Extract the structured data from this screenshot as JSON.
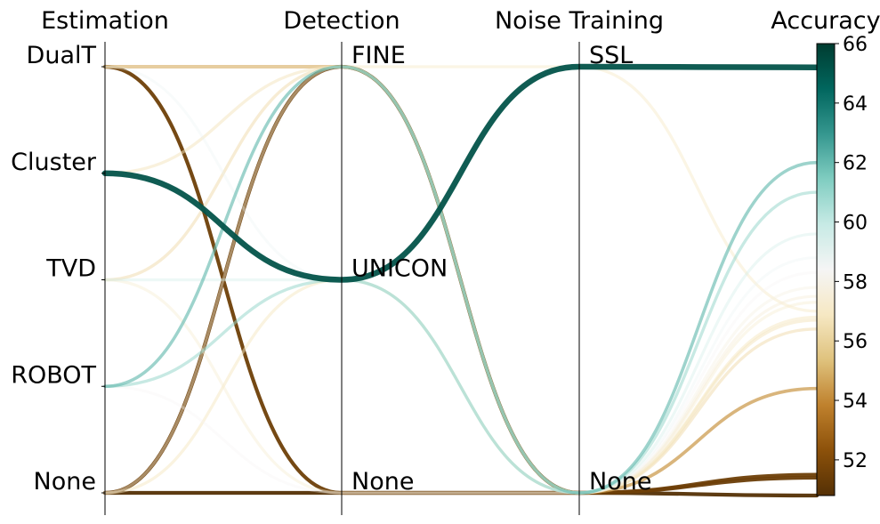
{
  "chart_data": {
    "type": "parallel-categories",
    "axes": [
      {
        "name": "Estimation",
        "categories": [
          "DualT",
          "Cluster",
          "TVD",
          "ROBOT",
          "None"
        ]
      },
      {
        "name": "Detection",
        "categories": [
          "FINE",
          "UNICON",
          "None"
        ]
      },
      {
        "name": "Noise Training",
        "categories": [
          "SSL",
          "None"
        ]
      }
    ],
    "color_axis": {
      "name": "Accuracy",
      "range": [
        50.8,
        66
      ],
      "ticks": [
        52,
        54,
        56,
        58,
        60,
        62,
        64,
        66
      ],
      "colormap": "BrBG",
      "stops": [
        "#543005",
        "#8c510a",
        "#bf812d",
        "#dfc27d",
        "#f6e8c3",
        "#f5f5f5",
        "#c7eae5",
        "#80cdc1",
        "#35978f",
        "#01665e",
        "#003c30"
      ]
    },
    "records": [
      {
        "estimation": "Cluster",
        "detection": "UNICON",
        "noise_training": "SSL",
        "accuracy": 65.2
      },
      {
        "estimation": "ROBOT",
        "detection": "FINE",
        "noise_training": "None",
        "accuracy": 62.0
      },
      {
        "estimation": "ROBOT",
        "detection": "UNICON",
        "noise_training": "None",
        "accuracy": 61.0
      },
      {
        "estimation": "TVD",
        "detection": "UNICON",
        "noise_training": "None",
        "accuracy": 59.6
      },
      {
        "estimation": "DualT",
        "detection": "UNICON",
        "noise_training": "None",
        "accuracy": 58.8
      },
      {
        "estimation": "ROBOT",
        "detection": "None",
        "noise_training": "None",
        "accuracy": 58.3
      },
      {
        "estimation": "Cluster",
        "detection": "UNICON",
        "noise_training": "None",
        "accuracy": 57.8
      },
      {
        "estimation": "None",
        "detection": "FINE",
        "noise_training": "None",
        "accuracy": 57.5
      },
      {
        "estimation": "TVD",
        "detection": "None",
        "noise_training": "None",
        "accuracy": 57.3
      },
      {
        "estimation": "DualT",
        "detection": "FINE",
        "noise_training": "SSL",
        "accuracy": 57.0
      },
      {
        "estimation": "None",
        "detection": "UNICON",
        "noise_training": "None",
        "accuracy": 56.8
      },
      {
        "estimation": "Cluster",
        "detection": "FINE",
        "noise_training": "None",
        "accuracy": 56.7
      },
      {
        "estimation": "TVD",
        "detection": "FINE",
        "noise_training": "None",
        "accuracy": 56.4
      },
      {
        "estimation": "DualT",
        "detection": "FINE",
        "noise_training": "None",
        "accuracy": 54.4
      },
      {
        "estimation": "DualT",
        "detection": "None",
        "noise_training": "None",
        "accuracy": 51.5
      },
      {
        "estimation": "None",
        "detection": "FINE",
        "noise_training": "None",
        "accuracy": 51.4
      },
      {
        "estimation": "None",
        "detection": "None",
        "noise_training": "None",
        "accuracy": 50.8
      }
    ]
  }
}
